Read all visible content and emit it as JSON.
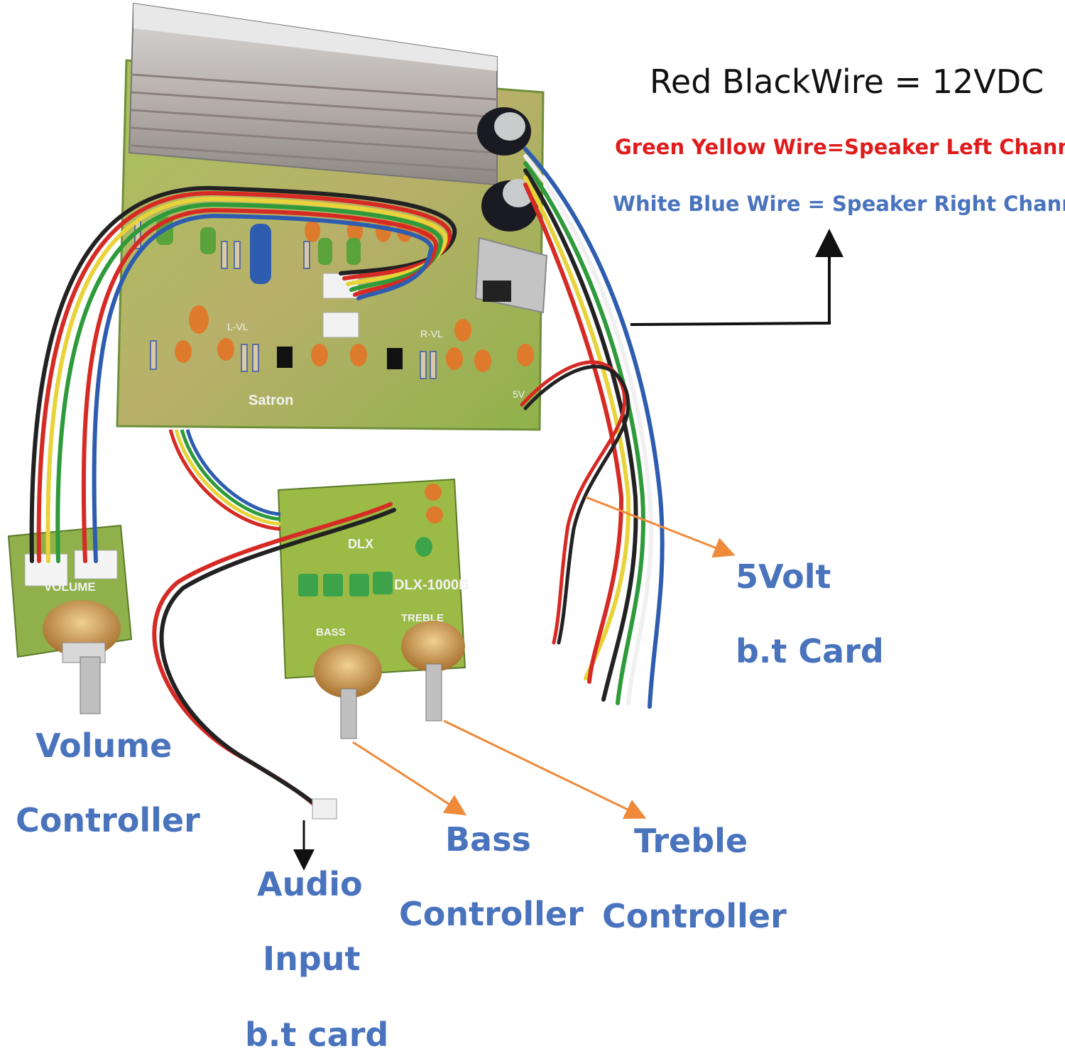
{
  "annotations": {
    "power": "Red BlackWire = 12VDC",
    "left_channel": "Green Yellow Wire=Speaker Left Channel",
    "right_channel": "White Blue Wire = Speaker Right Channel",
    "five_volt": {
      "line1": "5Volt",
      "line2": "b.t Card"
    },
    "volume": {
      "line1": "Volume",
      "line2": "Controller"
    },
    "audio_input": {
      "line1": "Audio",
      "line2": "Input",
      "line3": "b.t card"
    },
    "bass": {
      "line1": "Bass",
      "line2": "Controller"
    },
    "treble": {
      "line1": "Treble",
      "line2": "Controller"
    }
  },
  "board_markings": {
    "brand": "Satron",
    "tone_board_model": "DLX-1000B",
    "tone_board_brand": "DLX",
    "volume_board": "VOLUME",
    "bass_pot": "BASS",
    "treble_pot": "TREBLE",
    "voltage_mark": "5V",
    "left_level": "L-VL",
    "right_level": "R-VL"
  },
  "colors": {
    "label_blue": "#4a73bd",
    "label_red": "#e01b1b",
    "label_black": "#111111",
    "arrow_orange": "#ef8a3a",
    "pcb_green": "#8fb24a"
  }
}
